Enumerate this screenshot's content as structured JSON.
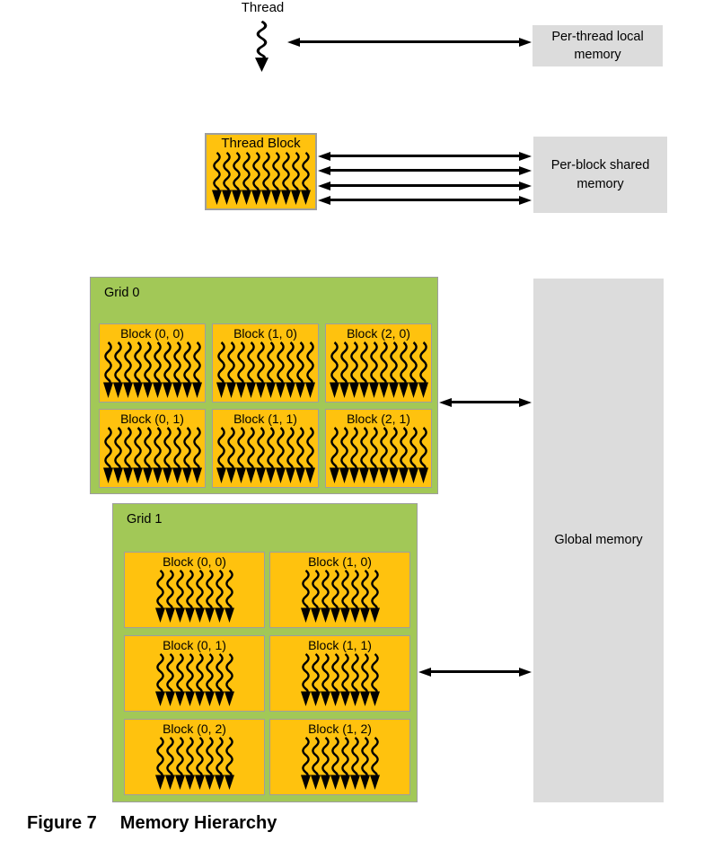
{
  "colors": {
    "block_yellow": "#FFC20E",
    "grid_green": "#A2C857",
    "memory_gray": "#DCDCDC",
    "border_gray": "#9E9E9E",
    "arrow_black": "#000000"
  },
  "thread_label": "Thread",
  "per_thread_memory_label": "Per-thread local memory",
  "thread_block": {
    "label": "Thread Block",
    "squiggle_count": 10
  },
  "per_block_memory_label": "Per-block shared memory",
  "grids": [
    {
      "label": "Grid 0",
      "squiggle_count": 10,
      "blocks": [
        "Block (0, 0)",
        "Block (1, 0)",
        "Block (2, 0)",
        "Block (0, 1)",
        "Block (1, 1)",
        "Block (2, 1)"
      ]
    },
    {
      "label": "Grid 1",
      "squiggle_count": 8,
      "blocks": [
        "Block (0, 0)",
        "Block (1, 0)",
        "Block (0, 1)",
        "Block (1, 1)",
        "Block (0, 2)",
        "Block (1, 2)"
      ]
    }
  ],
  "global_memory_label": "Global memory",
  "caption": {
    "figure_label": "Figure 7",
    "title": "Memory Hierarchy"
  }
}
